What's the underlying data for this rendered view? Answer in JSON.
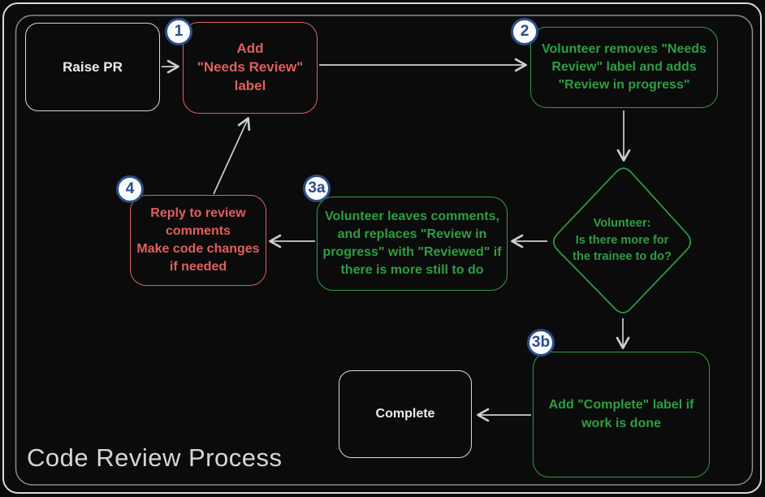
{
  "title": "Code Review Process",
  "colors": {
    "background": "#0b0b0b",
    "red_accent": "#df605d",
    "green_accent": "#2e9e44",
    "badge_blue": "#2b4d8e",
    "badge_fill": "#fbfcfe",
    "neutral_line": "#cfcfcf",
    "title_text": "#d6d6d6"
  },
  "nodes": {
    "raise_pr": {
      "label": "Raise PR"
    },
    "add_needs_review": {
      "badge": "1",
      "label": "Add\n\"Needs Review\"\nlabel"
    },
    "volunteer_removes": {
      "badge": "2",
      "label": "Volunteer removes \"Needs\nReview\" label and adds\n\"Review in progress\""
    },
    "decision": {
      "label": "Volunteer:\nIs there more for\nthe trainee to do?"
    },
    "volunteer_comments": {
      "badge": "3a",
      "label": "Volunteer leaves comments,\nand replaces \"Review in\nprogress\" with \"Reviewed\" if\nthere is more still to do"
    },
    "reply_to_review": {
      "badge": "4",
      "label": "Reply to review\ncomments\nMake code changes\nif needed"
    },
    "add_complete_label": {
      "badge": "3b",
      "label": "Add \"Complete\" label if\nwork is done"
    },
    "complete": {
      "label": "Complete"
    }
  },
  "edges": [
    {
      "from": "raise_pr",
      "to": "add_needs_review"
    },
    {
      "from": "add_needs_review",
      "to": "volunteer_removes"
    },
    {
      "from": "volunteer_removes",
      "to": "decision"
    },
    {
      "from": "decision",
      "to": "volunteer_comments"
    },
    {
      "from": "volunteer_comments",
      "to": "reply_to_review"
    },
    {
      "from": "reply_to_review",
      "to": "add_needs_review"
    },
    {
      "from": "decision",
      "to": "add_complete_label"
    },
    {
      "from": "add_complete_label",
      "to": "complete"
    }
  ]
}
